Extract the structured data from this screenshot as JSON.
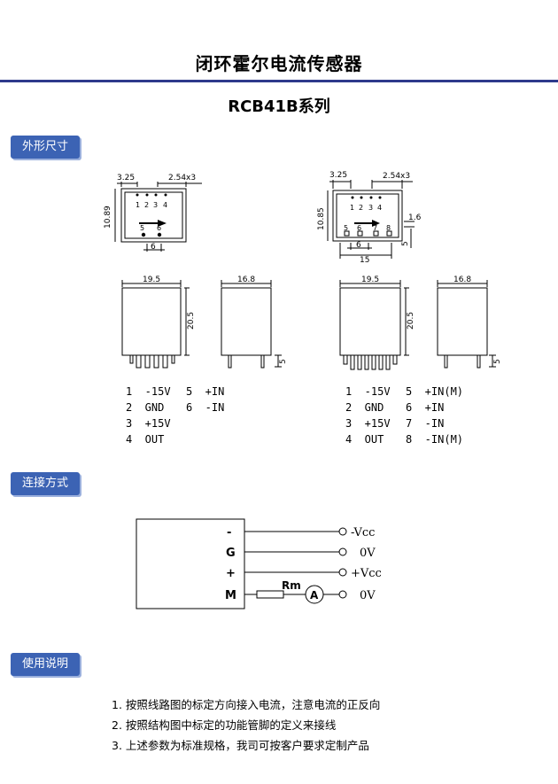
{
  "header": {
    "title": "闭环霍尔电流传感器",
    "subtitle": "RCB41B系列"
  },
  "sections": {
    "outline": "外形尺寸",
    "connection": "连接方式",
    "usage": "使用说明"
  },
  "left_top": {
    "pitch_a": "3.25",
    "pitch_b": "2.54x3",
    "height": "10.89",
    "pin5": "5",
    "pin6": "6",
    "gap": "6",
    "pins_top": [
      "1",
      "2",
      "3",
      "4"
    ]
  },
  "right_top": {
    "pitch_a": "3.25",
    "pitch_b": "2.54x3",
    "height": "10.85",
    "d1": "1.6",
    "d2": "5",
    "d3": "6",
    "d4": "15",
    "pins_bottom": [
      "5",
      "6",
      "7",
      "8"
    ],
    "pins_top": [
      "1",
      "2",
      "3",
      "4"
    ]
  },
  "left_side": {
    "width1": "19.5",
    "height": "20.5",
    "width2": "16.8",
    "lead": "5"
  },
  "right_side": {
    "width1": "19.5",
    "height": "20.5",
    "width2": "16.8",
    "lead": "5"
  },
  "pin_left": [
    {
      "a": "1  -15V",
      "b": "5  +IN"
    },
    {
      "a": "2  GND",
      "b": "6  -IN"
    },
    {
      "a": "3  +15V",
      "b": ""
    },
    {
      "a": "4  OUT",
      "b": ""
    }
  ],
  "pin_right": [
    {
      "a": "1  -15V",
      "b": "5  +IN(M)"
    },
    {
      "a": "2  GND",
      "b": "6  +IN"
    },
    {
      "a": "3  +15V",
      "b": "7  -IN"
    },
    {
      "a": "4  OUT",
      "b": "8  -IN(M)"
    }
  ],
  "circuit": {
    "pins": [
      "-",
      "G",
      "+",
      "M"
    ],
    "outputs": [
      "-Vcc",
      "0V",
      "+Vcc",
      "0V"
    ],
    "resistor": "Rm",
    "meter": "A"
  },
  "notes": [
    "1.  按照线路图的标定方向接入电流，注意电流的正反向",
    "2.  按照结构图中标定的功能管脚的定义来接线",
    "3.  上述参数为标准规格，我司可按客户要求定制产品"
  ]
}
